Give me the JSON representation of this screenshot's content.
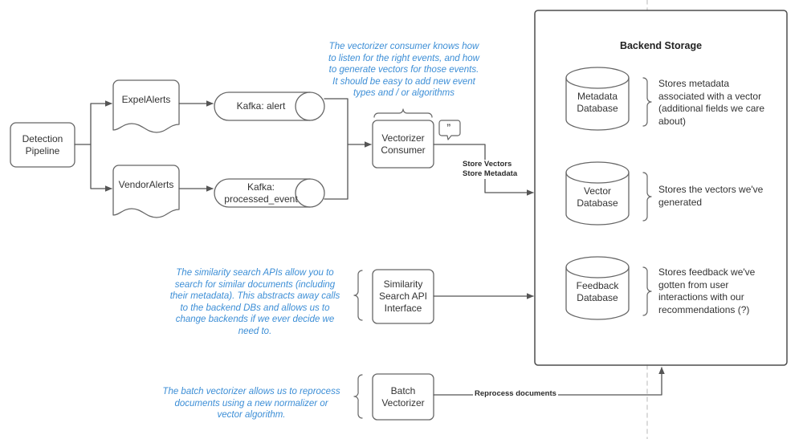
{
  "diagram": {
    "title_shown": "Backend Storage",
    "stroke_color": "#666666",
    "text_color": "#333333",
    "note_color": "#3c8ed6",
    "nodes": {
      "detection_pipeline": "Detection\nPipeline",
      "expel_alerts": "ExpelAlerts",
      "vendor_alerts": "VendorAlerts",
      "kafka_alert": "Kafka: alert",
      "kafka_processed_event": "Kafka:\nprocessed_event",
      "vectorizer_consumer": "Vectorizer\nConsumer",
      "similarity_search_api": "Similarity\nSearch API\nInterface",
      "batch_vectorizer": "Batch\nVectorizer",
      "metadata_database": "Metadata\nDatabase",
      "vector_database": "Vector\nDatabase",
      "feedback_database": "Feedback\nDatabase"
    },
    "container": {
      "backend_storage_title": "Backend Storage"
    },
    "notes": {
      "vectorizer_note": "The vectorizer consumer knows how\nto listen for the right events, and how\nto generate vectors for those events.\nIt should be easy to add new event\ntypes and / or algorithms",
      "similarity_note": "The similarity search APIs allow you to\nsearch for similar documents (including\ntheir metadata). This abstracts away calls\nto the backend DBs and allows us to\nchange backends if we ever decide we\nneed to.",
      "batch_note": "The batch vectorizer allows us to reprocess\ndocuments using a new normalizer or\nvector algorithm."
    },
    "descriptions": {
      "metadata_desc": "Stores metadata\nassociated with a vector\n(additional fields we care\nabout)",
      "vector_desc": "Stores the vectors we've\ngenerated",
      "feedback_desc": "Stores feedback we've\ngotten from user\ninteractions with our\nrecommendations (?)"
    },
    "edge_labels": {
      "store_vectors_metadata": "Store Vectors\nStore Metadata",
      "reprocess_documents": "Reprocess documents"
    },
    "icons": {
      "comment_bubble": "comment-bubble-icon",
      "comment_glyph": "”"
    }
  }
}
